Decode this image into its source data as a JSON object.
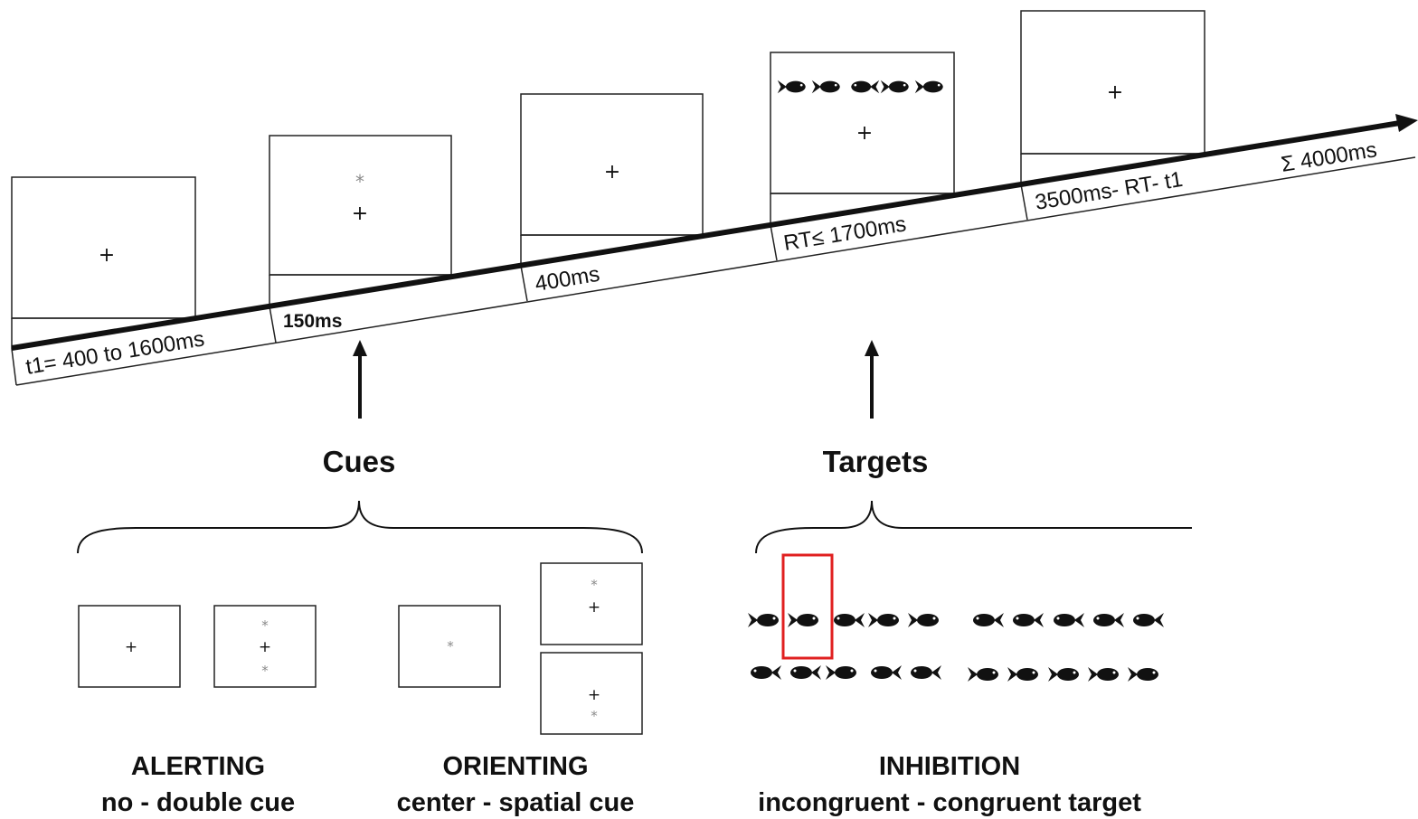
{
  "timeline": {
    "frames": [
      {
        "id": "fixation",
        "duration": "t1= 400 to 1600ms",
        "stimulus": "+"
      },
      {
        "id": "cue",
        "duration": "150ms",
        "stimulus": "+",
        "cue": "*"
      },
      {
        "id": "post-cue",
        "duration": "400ms",
        "stimulus": "+"
      },
      {
        "id": "target",
        "duration": "RT≤ 1700ms",
        "stimulus": "+"
      },
      {
        "id": "post-target",
        "duration": "3500ms- RT- t1",
        "stimulus": "+"
      }
    ],
    "total": "Σ 4000ms"
  },
  "groups": {
    "cues_label": "Cues",
    "targets_label": "Targets"
  },
  "networks": {
    "alerting": {
      "title": "ALERTING",
      "subtitle": "no - double cue"
    },
    "orienting": {
      "title": "ORIENTING",
      "subtitle": "center - spatial cue"
    },
    "inhibition": {
      "title": "INHIBITION",
      "subtitle": "incongruent - congruent target"
    }
  },
  "glyphs": {
    "fixation": "+",
    "cue": "*"
  },
  "colors": {
    "ink": "#111111",
    "cue_grey": "#8a8a8a",
    "highlight": "#e02020"
  }
}
